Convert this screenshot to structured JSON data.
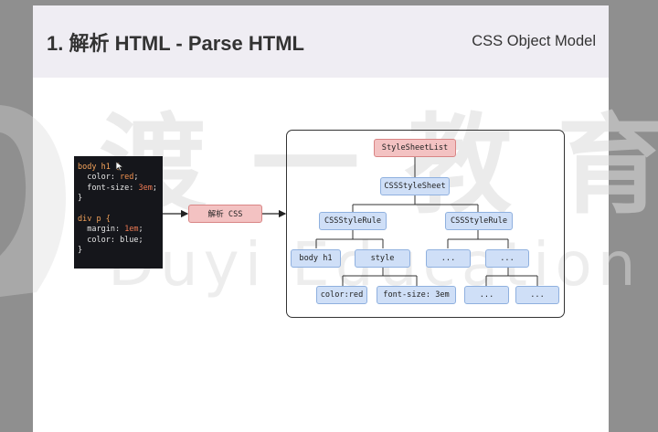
{
  "header": {
    "title": "1. 解析 HTML - Parse HTML",
    "subtitle": "CSS Object Model"
  },
  "watermark": {
    "line1": "渡 一 教 育",
    "line2": "Duyi Education"
  },
  "code_lines": [
    [
      {
        "t": "body h1 {",
        "c": "c-sel"
      }
    ],
    [
      {
        "t": "  color: ",
        "c": "c-pun"
      },
      {
        "t": "red",
        "c": "c-val"
      },
      {
        "t": ";",
        "c": "c-pun"
      }
    ],
    [
      {
        "t": "  font-size: ",
        "c": "c-pun"
      },
      {
        "t": "3em",
        "c": "c-num"
      },
      {
        "t": ";",
        "c": "c-pun"
      }
    ],
    [
      {
        "t": "}",
        "c": "c-pun"
      }
    ],
    [
      {
        "t": "",
        "c": "c-pun"
      }
    ],
    [
      {
        "t": "div p {",
        "c": "c-sel"
      }
    ],
    [
      {
        "t": "  margin: ",
        "c": "c-pun"
      },
      {
        "t": "1em",
        "c": "c-num"
      },
      {
        "t": ";",
        "c": "c-pun"
      }
    ],
    [
      {
        "t": "  color: ",
        "c": "c-pun"
      },
      {
        "t": "blue",
        "c": "c-pun"
      },
      {
        "t": ";",
        "c": "c-pun"
      }
    ],
    [
      {
        "t": "}",
        "c": "c-pun"
      }
    ]
  ],
  "diagram": {
    "parse_label": "解析 CSS",
    "root": "StyleSheetList",
    "sheet": "CSSStyleSheet",
    "rule_left": "CSSStyleRule",
    "rule_right": "CSSStyleRule",
    "selector": "body h1",
    "style": "style",
    "decl_color": "color:red",
    "decl_font": "font-size: 3em",
    "ellipsis_1": "...",
    "ellipsis_2": "...",
    "ellipsis_3": "...",
    "ellipsis_4": "...",
    "colors": {
      "pink_fill": "#f3c2c2",
      "pink_border": "#d98585",
      "blue_fill": "#cfdff7",
      "blue_border": "#8fb0df"
    }
  }
}
